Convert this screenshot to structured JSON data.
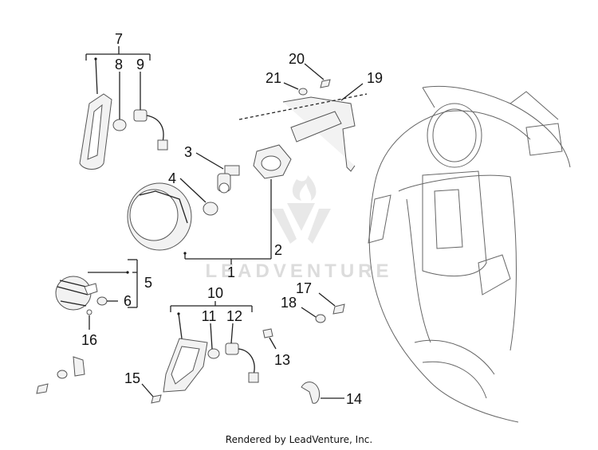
{
  "diagram": {
    "callouts": {
      "c1": "1",
      "c2": "2",
      "c3": "3",
      "c4": "4",
      "c5": "5",
      "c6": "6",
      "c7": "7",
      "c8": "8",
      "c9": "9",
      "c10": "10",
      "c11": "11",
      "c12": "12",
      "c13": "13",
      "c14": "14",
      "c15": "15",
      "c16": "16",
      "c17": "17",
      "c18": "18",
      "c19": "19",
      "c20": "20",
      "c21": "21"
    },
    "watermark": "LEADVENTURE"
  },
  "footer": {
    "text": "Rendered by LeadVenture, Inc."
  }
}
